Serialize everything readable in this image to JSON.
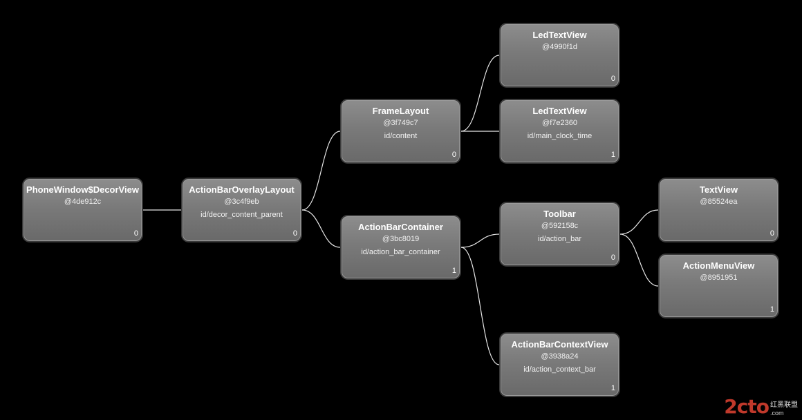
{
  "nodes": {
    "decor": {
      "name": "PhoneWindow$DecorView",
      "hash": "@4de912c",
      "id": "",
      "count": "0"
    },
    "overlay": {
      "name": "ActionBarOverlayLayout",
      "hash": "@3c4f9eb",
      "id": "id/decor_content_parent",
      "count": "0"
    },
    "frame": {
      "name": "FrameLayout",
      "hash": "@3f749c7",
      "id": "id/content",
      "count": "0"
    },
    "container": {
      "name": "ActionBarContainer",
      "hash": "@3bc8019",
      "id": "id/action_bar_container",
      "count": "1"
    },
    "led1": {
      "name": "LedTextView",
      "hash": "@4990f1d",
      "id": "",
      "count": "0"
    },
    "led2": {
      "name": "LedTextView",
      "hash": "@f7e2360",
      "id": "id/main_clock_time",
      "count": "1"
    },
    "toolbar": {
      "name": "Toolbar",
      "hash": "@592158c",
      "id": "id/action_bar",
      "count": "0"
    },
    "context": {
      "name": "ActionBarContextView",
      "hash": "@3938a24",
      "id": "id/action_context_bar",
      "count": "1"
    },
    "textview": {
      "name": "TextView",
      "hash": "@85524ea",
      "id": "",
      "count": "0"
    },
    "menu": {
      "name": "ActionMenuView",
      "hash": "@8951951",
      "id": "",
      "count": "1"
    }
  },
  "edges": [
    [
      "decor",
      "overlay"
    ],
    [
      "overlay",
      "frame"
    ],
    [
      "overlay",
      "container"
    ],
    [
      "frame",
      "led1"
    ],
    [
      "frame",
      "led2"
    ],
    [
      "container",
      "toolbar"
    ],
    [
      "container",
      "context"
    ],
    [
      "toolbar",
      "textview"
    ],
    [
      "toolbar",
      "menu"
    ]
  ],
  "watermark": {
    "main": "2cto",
    "top": "红黑联盟",
    "bottom": ".com"
  },
  "colors": {
    "background": "#000000",
    "node_fill": "#7a7a7a",
    "edge": "#e6e6e6",
    "text": "#ffffff",
    "watermark": "#c0392b"
  }
}
